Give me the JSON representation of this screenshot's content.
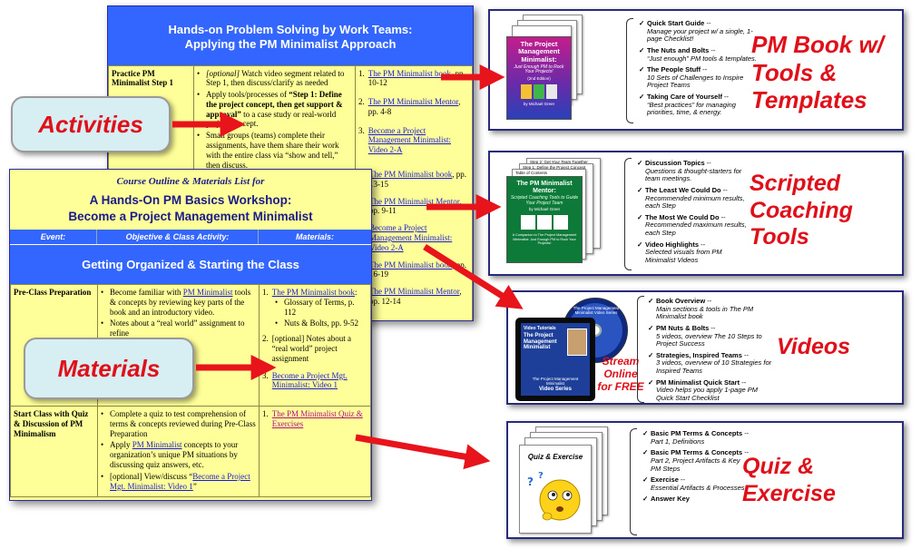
{
  "back_doc": {
    "title_line1": "Hands-on Problem Solving by Work Teams:",
    "title_line2": "Applying the PM Minimalist Approach",
    "row_label": "Practice PM Minimalist Step 1",
    "b1_optional": "[optional]",
    "b1_rest": " Watch video segment related to Step 1, then discuss/clarify as needed",
    "b2_pre": "Apply tools/processes of ",
    "b2_bold": "“Step 1: Define the project concept, then get support & approval”",
    "b2_post": " to a case study or real-world project concept.",
    "b3": "Small groups (teams) complete their assignments, have them share their work with the entire class via “show and tell,” then discuss.",
    "mat1_num": "1.",
    "mat1_link": "The PM Minimalist book",
    "mat1_tail": ", pp. 10-12",
    "mat2_num": "2.",
    "mat2_link": "The PM Minimalist Mentor",
    "mat2_tail": ", pp. 4-8",
    "mat3_num": "3.",
    "mat3_link": "Become a Project Management Minimalist: Video 2-A",
    "mat4_link": "The PM Minimalist book",
    "mat4_tail": ", pp. 13-15",
    "mat5_link": "The PM Minimalist Mentor",
    "mat5_tail": ", pp. 9-11",
    "mat6_link": "Become a Project Management Minimalist: Video 2-A",
    "mat7_link": "The PM Minimalist book",
    "mat7_tail": ", pp. 16-19",
    "mat8_link": "The PM Minimalist Mentor",
    "mat8_tail": ", pp. 12-14"
  },
  "front_doc": {
    "kicker": "Course Outline & Materials List for",
    "title_line1": "A Hands-On PM Basics Workshop:",
    "title_line2": "Become a Project Management Minimalist",
    "col_event": "Event:",
    "col_objective": "Objective & Class Activity:",
    "col_materials": "Materials:",
    "section": "Getting Organized & Starting the Class",
    "row1_label": "Pre-Class Preparation",
    "row1_b1_pre": "Become familiar with ",
    "row1_b1_link": "PM Minimalist",
    "row1_b1_post": " tools & concepts by reviewing key parts of the book and an introductory video.",
    "row1_b2": "Notes about a “real world” assignment to refine",
    "row1_m1_num": "1.",
    "row1_m1_link": "The PM Minimalist book",
    "row1_m1_tail": ":",
    "row1_m1_sub1": "Glossary of Terms, p. 112",
    "row1_m1_sub2": "Nuts & Bolts, pp. 9-52",
    "row1_m2_num": "2.",
    "row1_m2": "[optional] Notes about a “real world” project assignment",
    "row1_m3_num": "3.",
    "row1_m3_link": "Become a Project Mgt. Minimalist: Video 1",
    "row2_label": "Start Class with Quiz & Discussion of PM Minimalism",
    "row2_b1": "Complete a quiz to test comprehension of terms & concepts reviewed during Pre-Class Preparation",
    "row2_b2_pre": "Apply ",
    "row2_b2_link": "PM Minimalist",
    "row2_b2_post": " concepts to your organization’s unique PM situations by discussing quiz answers, etc.",
    "row2_b3_pre": "[optional] View/discuss “",
    "row2_b3_link": "Become a Project Mgt. Minimalist: Video 1",
    "row2_b3_post": "”",
    "row2_m1_num": "1.",
    "row2_m1_link": "The PM Minimalist Quiz & Exercises"
  },
  "callouts": {
    "activities": "Activities",
    "materials": "Materials"
  },
  "panel_book": {
    "title": "PM Book w/ Tools & Templates",
    "cover_title": "The Project Management Minimalist:",
    "cover_sub": "Just Enough PM to Rock Your Projects!",
    "cover_edition": "(2nd Edition)",
    "cover_author": "by Michael Greer",
    "items": [
      {
        "t": "Quick Start Guide",
        "s": " --",
        "d": "Manage your project w/ a single, 1-page Checklist!"
      },
      {
        "t": "The Nuts and Bolts",
        "s": " --",
        "d": "“Just enough” PM tools & templates."
      },
      {
        "t": "The People Stuff",
        "s": " --",
        "d": "10 Sets of Challenges to Inspire Project Teams"
      },
      {
        "t": "Taking Care of Yourself",
        "s": " --",
        "d": "“Best practices” for managing priorities, time, & energy."
      }
    ]
  },
  "panel_coaching": {
    "title": "Scripted Coaching Tools",
    "page_tab1": "Step 2: Get Your Team Together",
    "page_tab2": "Step 1: Define the Project Concept",
    "page_tab3": "Table of Contents",
    "cover_title": "The PM Minimalist Mentor:",
    "cover_sub": "Scripted Coaching Tools to Guide Your Project Team",
    "cover_author": "by Michael Greer",
    "cover_footer": "A Companion to The Project Management Minimalist: Just Enough PM to Rock Your Projects!",
    "items": [
      {
        "t": "Discussion Topics",
        "s": " --",
        "d": "Questions & thought-starters for team meetings."
      },
      {
        "t": "The Least We Could Do",
        "s": " --",
        "d": "Recommended minimum results, each Step"
      },
      {
        "t": "The Most We Could Do",
        "s": " --",
        "d": "Recommended maximum results, each Step"
      },
      {
        "t": "Video Highlights",
        "s": " --",
        "d": "Selected visuals from PM Minimalist Videos"
      }
    ]
  },
  "panel_videos": {
    "title": "Videos",
    "dvd_text": "The Project Management Minimalist Video Series",
    "tablet_label": "Video Tutorials",
    "tablet_title": "The Project Management Minimalist",
    "tablet_footer1": "The Project Management Minimalist",
    "tablet_footer2": "Video Series",
    "stream": "Stream Online for FREE",
    "items": [
      {
        "t": "Book Overview",
        "s": " --",
        "d": "Main sections & tools in The PM Minimalist book"
      },
      {
        "t": "PM Nuts & Bolts",
        "s": " --",
        "d": "5 videos, overview The 10 Steps to Project Success"
      },
      {
        "t": "Strategies, Inspired Teams",
        "s": " --",
        "d": "3 videos, overview of 10 Strategies for Inspired Teams"
      },
      {
        "t": "PM Minimalist Quick Start",
        "s": " --",
        "d": "Video helps you apply 1-page PM Quick Start Checklist"
      }
    ]
  },
  "panel_quiz": {
    "title": "Quiz & Exercise",
    "page_label": "Quiz & Exercise",
    "items": [
      {
        "t": "Basic PM Terms & Concepts",
        "s": " --",
        "d": "Part 1, Definitions"
      },
      {
        "t": "Basic PM Terms & Concepts",
        "s": " --",
        "d": "Part 2, Project Artifacts & Key PM Steps"
      },
      {
        "t": "Exercise",
        "s": " --",
        "d": "Essential Artifacts & Processes"
      },
      {
        "t": "Answer Key",
        "s": "",
        "d": ""
      }
    ]
  },
  "colors": {
    "banner_blue": "#3366ff",
    "doc_yellow": "#ffff99",
    "accent_red": "#e0101a",
    "callout_bg": "#d7eef2",
    "link_blue": "#1a1ad6"
  }
}
